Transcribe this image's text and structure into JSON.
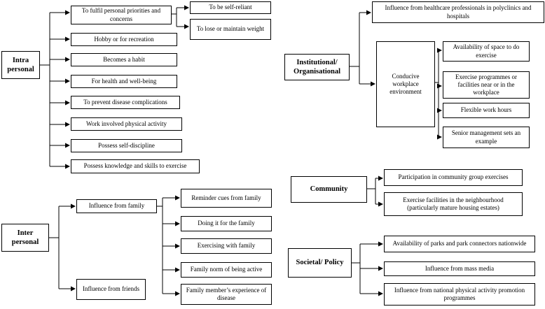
{
  "intrapersonal": {
    "title": "Intra personal",
    "items": [
      "To fulfil personal priorities and concerns",
      "Hobby or for recreation",
      "Becomes a habit",
      "For health and well-being",
      "To prevent disease complications",
      "Work involved physical activity",
      "Possess self-discipline",
      "Possess knowledge and skills to exercise"
    ],
    "sub_items": [
      "To be self-reliant",
      "To lose or maintain weight"
    ]
  },
  "interpersonal": {
    "title": "Inter personal",
    "items": [
      "Influence from family",
      "Influence from friends"
    ],
    "family_items": [
      "Reminder cues from family",
      "Doing it for the family",
      "Exercising with family",
      "Family norm of being active",
      "Family member’s experience of disease"
    ]
  },
  "institutional": {
    "title": "Institutional/ Organisational",
    "items": [
      "Influence from healthcare professionals in polyclinics and hospitals",
      "Conducive workplace environment"
    ],
    "workplace_items": [
      "Availability of space to do exercise",
      "Exercise programmes or facilities near or in the workplace",
      "Flexible work hours",
      "Senior management sets an example"
    ]
  },
  "community": {
    "title": "Community",
    "items": [
      "Participation in community group exercises",
      "Exercise facilities in the neighbourhood (particularly mature housing estates)"
    ]
  },
  "societal": {
    "title": "Societal/ Policy",
    "items": [
      "Availability of parks and park connectors nationwide",
      "Influence from mass media",
      "Influence from national physical activity promotion programmes"
    ]
  }
}
